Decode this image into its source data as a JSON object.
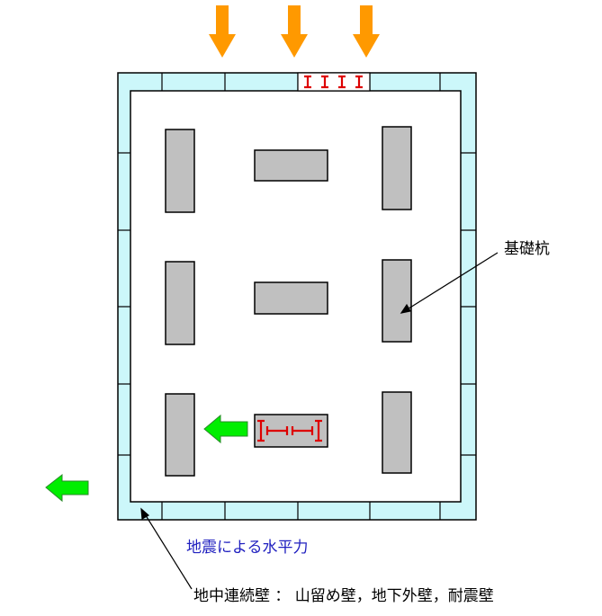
{
  "labels": {
    "foundation_pile": "基礎杭",
    "seismic_force": "地震による水平力",
    "diaphragm_wall": "地中連続壁 ： 山留め壁，地下外壁，耐震壁"
  },
  "colors": {
    "wall_fill": "#ccf7fa",
    "pile_fill": "#c0c0c0",
    "load_arrow": "#ff9900",
    "seismic_arrow": "#00ee00",
    "strut_marks": "#dd0000",
    "force_text": "#1f1fbf"
  },
  "icons": {
    "load_arrows": "down-arrow-icon",
    "seismic_arrows": "left-arrow-icon"
  }
}
